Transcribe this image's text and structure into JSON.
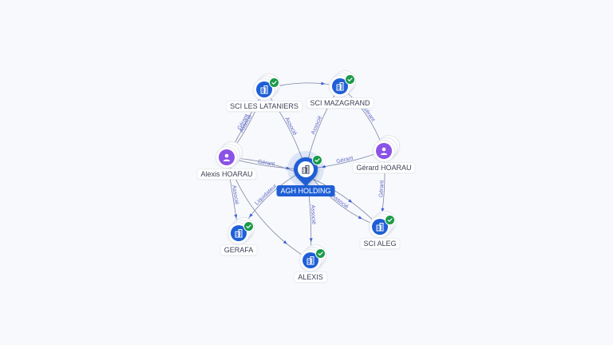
{
  "graph": {
    "center": {
      "label": "AGH HOLDING",
      "type": "company",
      "verified": true
    },
    "nodes": [
      {
        "id": "sci-les-lataniers",
        "label": "SCI LES LATANIERS",
        "type": "company",
        "verified": true
      },
      {
        "id": "sci-mazagrand",
        "label": "SCI MAZAGRAND",
        "type": "company",
        "verified": true
      },
      {
        "id": "alexis-hoarau",
        "label": "Alexis HOARAU",
        "type": "person",
        "verified": false
      },
      {
        "id": "gerard-hoarau",
        "label": "Gérard HOARAU",
        "type": "person",
        "verified": false
      },
      {
        "id": "gerafa",
        "label": "GERAFA",
        "type": "company",
        "verified": true
      },
      {
        "id": "sci-aleg",
        "label": "SCI ALEG",
        "type": "company",
        "verified": true
      },
      {
        "id": "alexis",
        "label": "ALEXIS",
        "type": "company",
        "verified": true
      }
    ],
    "edges": [
      {
        "from": "alexis-hoarau",
        "to": "agh-holding",
        "label": "Gérant"
      },
      {
        "from": "gerard-hoarau",
        "to": "agh-holding",
        "label": "Gérant"
      },
      {
        "from": "agh-holding",
        "to": "sci-les-lataniers",
        "label": "Associé"
      },
      {
        "from": "agh-holding",
        "to": "sci-mazagrand",
        "label": "Associé"
      },
      {
        "from": "agh-holding",
        "to": "sci-aleg",
        "label": "Associé"
      },
      {
        "from": "agh-holding",
        "to": "alexis",
        "label": "Associé"
      },
      {
        "from": "agh-holding",
        "to": "gerafa",
        "label": "Liquidateur"
      },
      {
        "from": "alexis-hoarau",
        "to": "sci-les-lataniers",
        "label": "Gérant"
      },
      {
        "from": "alexis-hoarau",
        "to": "sci-les-lataniers",
        "label": "Associé"
      },
      {
        "from": "alexis-hoarau",
        "to": "gerafa",
        "label": "Associé"
      },
      {
        "from": "gerard-hoarau",
        "to": "sci-mazagrand",
        "label": "Gérant"
      },
      {
        "from": "gerard-hoarau",
        "to": "sci-aleg",
        "label": "Gérant"
      },
      {
        "from": "alexis-hoarau",
        "to": "alexis",
        "label": ""
      },
      {
        "from": "sci-les-lataniers",
        "to": "sci-mazagrand",
        "label": ""
      },
      {
        "from": "alexis-hoarau",
        "to": "sci-aleg",
        "label": ""
      }
    ]
  },
  "colors": {
    "company": "#1f5fd6",
    "person": "#8b52e6",
    "verified": "#1a9a4a",
    "edge": "#7d86a6",
    "edge_label": "#5b67c9"
  },
  "icons": {
    "company": "building-icon",
    "person": "person-icon",
    "verified": "check-icon"
  }
}
